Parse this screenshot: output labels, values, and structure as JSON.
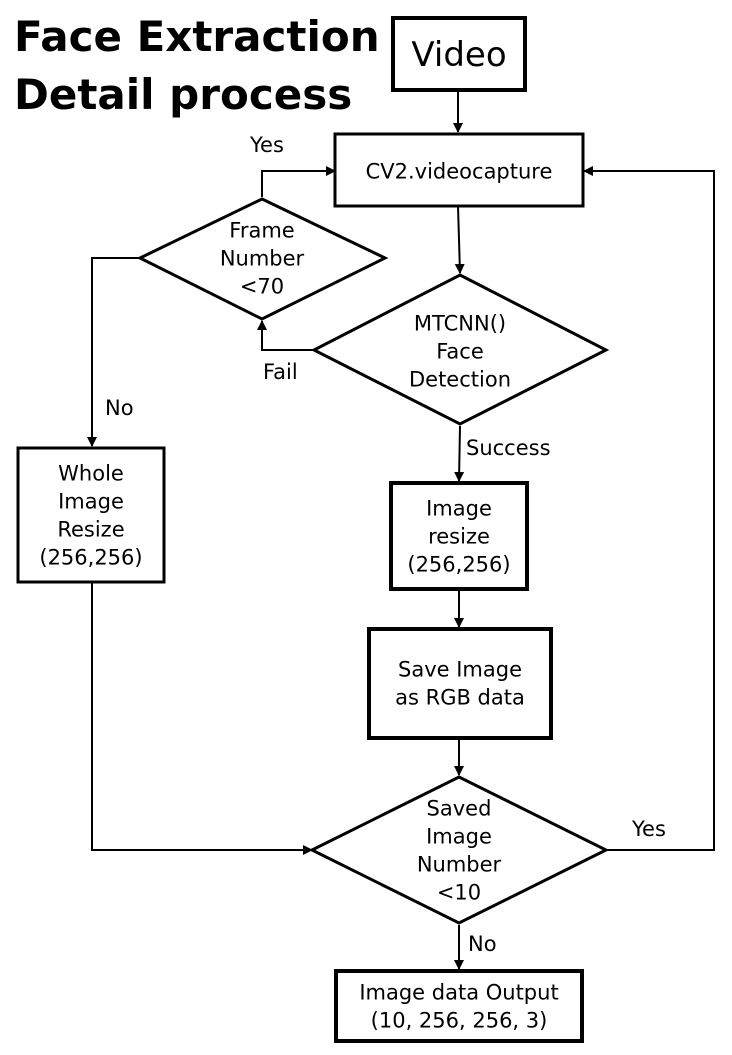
{
  "title": {
    "line1": "Face Extraction",
    "line2": "Detail process"
  },
  "nodes": {
    "video": {
      "lines": [
        "Video"
      ]
    },
    "videocapture": {
      "lines": [
        "CV2.videocapture"
      ]
    },
    "frame_check": {
      "lines": [
        "Frame",
        "Number",
        "<70"
      ]
    },
    "mtcnn": {
      "lines": [
        "MTCNN()",
        "Face",
        "Detection"
      ]
    },
    "whole_resize": {
      "lines": [
        "Whole",
        "Image",
        "Resize",
        "(256,256)"
      ]
    },
    "image_resize": {
      "lines": [
        "Image",
        "resize",
        "(256,256)"
      ]
    },
    "save_rgb": {
      "lines": [
        "Save Image",
        "as RGB data"
      ]
    },
    "saved_check": {
      "lines": [
        "Saved",
        "Image",
        "Number",
        "<10"
      ]
    },
    "output": {
      "lines": [
        "Image data Output",
        "(10, 256, 256, 3)"
      ]
    }
  },
  "edge_labels": {
    "frame_yes": "Yes",
    "frame_no": "No",
    "mtcnn_fail": "Fail",
    "mtcnn_success": "Success",
    "saved_yes": "Yes",
    "saved_no": "No"
  }
}
